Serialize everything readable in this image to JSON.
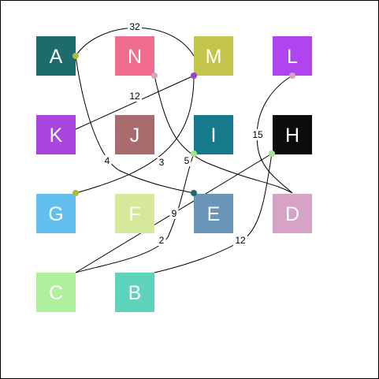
{
  "nodes": [
    {
      "id": "A",
      "label": "A",
      "color": "#1d6b6b",
      "text_color": "#ffffff"
    },
    {
      "id": "N",
      "label": "N",
      "color": "#f06b8c",
      "text_color": "#ffffff"
    },
    {
      "id": "M",
      "label": "M",
      "color": "#c3c44a",
      "text_color": "#ffffff"
    },
    {
      "id": "L",
      "label": "L",
      "color": "#b045f0",
      "text_color": "#ffffff"
    },
    {
      "id": "K",
      "label": "K",
      "color": "#a845e0",
      "text_color": "#ffffff"
    },
    {
      "id": "J",
      "label": "J",
      "color": "#a86b6e",
      "text_color": "#ffffff"
    },
    {
      "id": "I",
      "label": "I",
      "color": "#157a8c",
      "text_color": "#ffffff"
    },
    {
      "id": "H",
      "label": "H",
      "color": "#0a0d0a",
      "text_color": "#ffffff"
    },
    {
      "id": "G",
      "label": "G",
      "color": "#62bff0",
      "text_color": "#ffffff"
    },
    {
      "id": "F",
      "label": "F",
      "color": "#d6e89a",
      "text_color": "#ffffff"
    },
    {
      "id": "E",
      "label": "E",
      "color": "#6a96ba",
      "text_color": "#ffffff"
    },
    {
      "id": "D",
      "label": "D",
      "color": "#d6a2c6",
      "text_color": "#ffffff"
    },
    {
      "id": "C",
      "label": "C",
      "color": "#aef09c",
      "text_color": "#ffffff"
    },
    {
      "id": "B",
      "label": "B",
      "color": "#5ed3bb",
      "text_color": "#ffffff"
    }
  ],
  "edges": [
    {
      "from": "A",
      "to": "M",
      "weight": "32",
      "dot_color": "#b5b83a"
    },
    {
      "from": "M",
      "to": "K",
      "weight": "12",
      "dot_color": "#9b3fd6"
    },
    {
      "from": "M",
      "to": "G",
      "weight": "3",
      "dot_color": "#b5b83a"
    },
    {
      "from": "A",
      "to": "E",
      "weight": "4",
      "dot_color": "#1d6b6b"
    },
    {
      "from": "N",
      "to": "D",
      "weight": "5",
      "dot_color": "#d6a2c6"
    },
    {
      "from": "L",
      "to": "D",
      "weight": "15",
      "dot_color": "#d6a2c6"
    },
    {
      "from": "H",
      "to": "C",
      "weight": "9",
      "dot_color": "#a0e890"
    },
    {
      "from": "I",
      "to": "C",
      "weight": "2",
      "dot_color": "#a0e890"
    },
    {
      "from": "H",
      "to": "B",
      "weight": "12",
      "dot_color": "#a0e890"
    }
  ]
}
